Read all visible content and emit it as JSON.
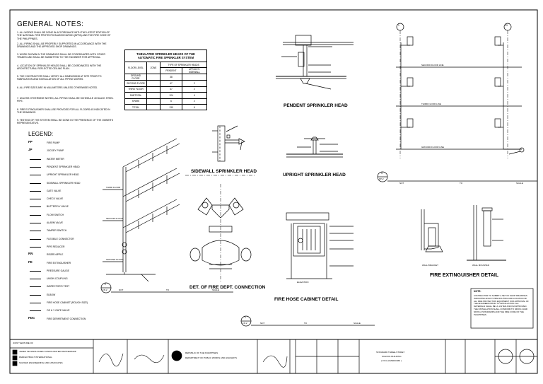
{
  "general_notes": {
    "title": "GENERAL NOTES:",
    "items": [
      "1. ALL WORKS SHALL BE DONE IN ACCORDANCE WITH THE LATEST EDITION OF THE NATIONAL FIRE PROTECTION ASSOCIATION (NFPA) AND THE FIRE CODE OF THE PHILIPPINES.",
      "2. ALL PIPING SHALL BE PROPERLY SUPPORTED IN ACCORDANCE WITH THE DRAWINGS AND THE APPROVED SHOP DRAWINGS.",
      "3. WORK SHOWN IN THE DRAWINGS SHALL BE COORDINATED WITH OTHER TRADES AND SHALL BE SUBMITTED TO THE ENGINEER FOR APPROVAL.",
      "4. LOCATION OF SPRINKLER HEADS SHALL BE COORDINATED WITH THE ARCHITECTURAL REFLECTED CEILING PLAN.",
      "5. THE CONTRACTOR SHALL VERIFY ALL DIMENSIONS AT SITE PRIOR TO FABRICATION AND INSTALLATION OF ALL PIPING WORKS.",
      "6. ALL PIPE SIZES ARE IN MILLIMETERS UNLESS OTHERWISE NOTED.",
      "7. UNLESS OTHERWISE NOTED, ALL PIPING SHALL BE SCHEDULE 40 BLACK STEEL PIPE.",
      "8. FIRE EXTINGUISHER SHALL BE PROVIDED FOR ALL FLOORS AS INDICATED IN THE DRAWINGS.",
      "9. TESTING OF THE SYSTEM SHALL BE DONE IN THE PRESENCE OF THE OWNER'S REPRESENTATIVE."
    ]
  },
  "sprinkler_table": {
    "title_line1": "TABULATED SPRINKLER HEADS OF THE",
    "title_line2": "AUTOMATIC FIRE SPRINKLER SYSTEM",
    "col_floor": "FLOOR LEVEL",
    "col_zone": "ZONE",
    "col_type": "TYPE OF SPRINKLER HEADS",
    "col_pendent": "PENDENT",
    "col_upright": "UPRIGHT / SIDEWALL",
    "rows": [
      {
        "floor": "GROUND FLOOR",
        "pendent": "38",
        "upright": ""
      },
      {
        "floor": "SECOND FLOOR",
        "pendent": "47",
        "upright": "2"
      },
      {
        "floor": "THIRD FLOOR",
        "pendent": "47",
        "upright": "2"
      },
      {
        "floor": "SUBTOTAL",
        "pendent": "124",
        "upright": "4"
      },
      {
        "floor": "SPARE",
        "pendent": "6",
        "upright": "2"
      },
      {
        "floor": "TOTAL",
        "pendent": "130",
        "upright": "6"
      }
    ]
  },
  "legend": {
    "title": "LEGEND:",
    "items": [
      {
        "sym": "FP",
        "label": "FIRE PUMP"
      },
      {
        "sym": "JP",
        "label": "JOCKEY PUMP"
      },
      {
        "sym": "",
        "label": "WATER METER"
      },
      {
        "sym": "",
        "label": "PENDENT SPRINKLER HEAD"
      },
      {
        "sym": "",
        "label": "UPRIGHT SPRINKLER HEAD"
      },
      {
        "sym": "",
        "label": "SIDEWALL SPRINKLER HEAD"
      },
      {
        "sym": "",
        "label": "GATE VALVE"
      },
      {
        "sym": "",
        "label": "CHECK VALVE"
      },
      {
        "sym": "",
        "label": "BUTTERFLY VALVE"
      },
      {
        "sym": "",
        "label": "FLOW SWITCH"
      },
      {
        "sym": "",
        "label": "ALARM VALVE"
      },
      {
        "sym": "",
        "label": "TAMPER SWITCH"
      },
      {
        "sym": "",
        "label": "FLEXIBLE CONNECTOR"
      },
      {
        "sym": "",
        "label": "PIPE REDUCER"
      },
      {
        "sym": "RN",
        "label": "RISER NIPPLE"
      },
      {
        "sym": "FE",
        "label": "FIRE EXTINGUISHER"
      },
      {
        "sym": "",
        "label": "PRESSURE GAUGE"
      },
      {
        "sym": "",
        "label": "UNION COUPLING"
      },
      {
        "sym": "",
        "label": "INSPECTOR'S TEST"
      },
      {
        "sym": "",
        "label": "ELBOW"
      },
      {
        "sym": "",
        "label": "FIRE HOSE CABINET (ROUGH SIZE)"
      },
      {
        "sym": "",
        "label": "OS & Y GATE VALVE"
      },
      {
        "sym": "FDC",
        "label": "FIRE DEPARTMENT CONNECTION"
      }
    ]
  },
  "details": {
    "pendent": "PENDENT SPRINKLER HEAD",
    "sidewall": "SIDEWALL SPRINKLER HEAD",
    "upright": "UPRIGHT SPRINKLER HEAD",
    "fdc": "DET. OF FIRE DEPT. CONNECTION",
    "fhc": "FIRE HOSE CABINET DETAIL",
    "fe": "FIRE EXTINGUISHER DETAIL",
    "elevation": "ELEVATION",
    "wall_bracket": "WALL BRACKET",
    "wall_mounted": "WALL MOUNTED"
  },
  "callouts": {
    "c3_num": "3",
    "c3_sheet": "FP-2",
    "c2_num": "2",
    "c2_sheet": "FP-2",
    "c1_num": "1",
    "c1_sheet": "FP-2",
    "nts": "NOT",
    "to": "TO",
    "scale": "SCALE"
  },
  "riser": {
    "grid_left": "1",
    "grid_right": "13",
    "second_floor": "SECOND FLOOR LINE",
    "third_floor": "THIRD FLOOR LINE",
    "ground_floor": "GROUND FLOOR LINE",
    "third": "THIRD FLOOR",
    "second": "SECOND FLOOR",
    "ground": "GROUND FLOOR"
  },
  "note_box": {
    "title": "NOTE:",
    "body": "CONTRACTOR TO SUBMIT A SET OF SHOP DRAWINGS INDICATING EXACT PIPE ROUTING AND LOCATION OF ALL FIRE PROTECTION EQUIPMENT FOR APPROVAL OF THE ENGINEER PRIOR TO INSTALLATION. ALL MATERIALS SHALL BE UL LISTED AND FM APPROVED. THE INSTALLATION SHALL CONFORM TO NFPA 13 AND NFPA 14 STANDARDS AND THE FIRE CODE OF THE PHILIPPINES."
  },
  "title_block": {
    "jv_label": "JOINT VENTURE OF",
    "firm1": "JAMES TECHNOLOGIES CONSOLIDATED PARTNERSHIP",
    "firm2": "PERFECTBUILT INTERNATIONAL",
    "firm3": "SCHWAN ENGINEERING AND ASSOCIATES",
    "agency1": "REPUBLIC OF THE PHILIPPINES",
    "agency2": "DEPARTMENT OF PUBLIC WORKS AND HIGHWAYS",
    "project1": "STANDARD THREE-STOREY",
    "project2": "SCHOOL BUILDING",
    "project3": "( 15 CLASSROOMS )"
  }
}
